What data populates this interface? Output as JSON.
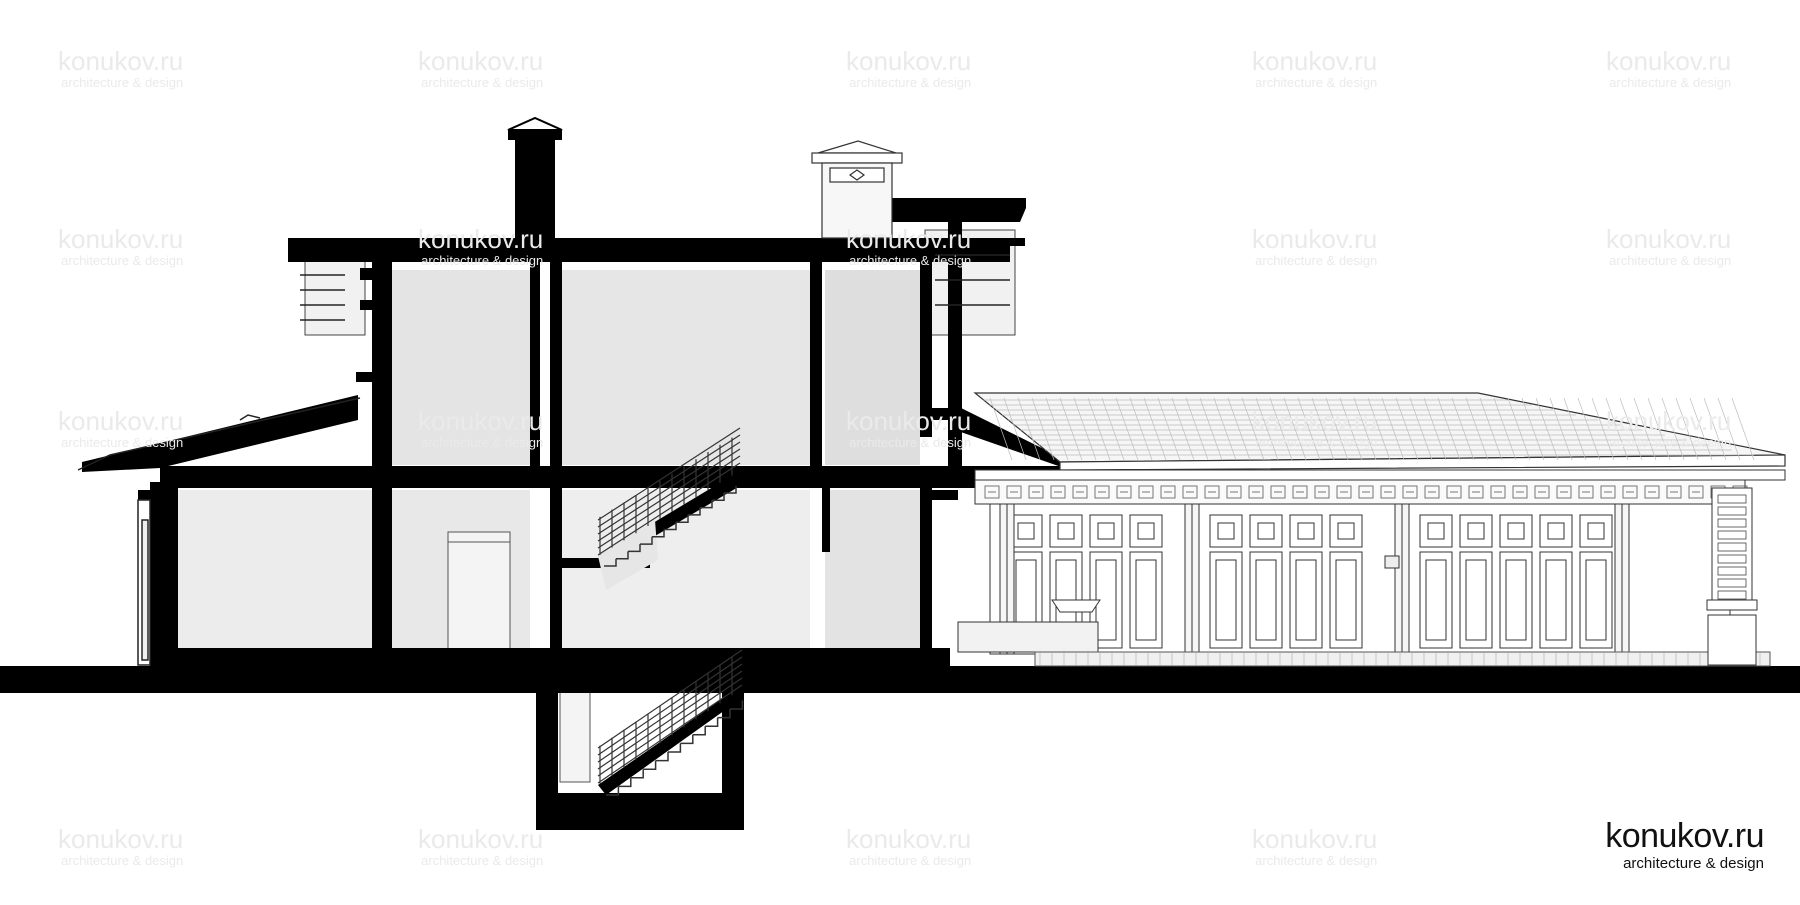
{
  "watermark": {
    "title": "konukov.ru",
    "subtitle": "architecture & design"
  },
  "logo": {
    "title": "konukov.ru",
    "subtitle": "architecture & design"
  },
  "colors": {
    "cut": "#000000",
    "line": "#333333",
    "shade": "#dcdcdc",
    "light": "#eeeeee",
    "watermark": "#eaeaea"
  }
}
